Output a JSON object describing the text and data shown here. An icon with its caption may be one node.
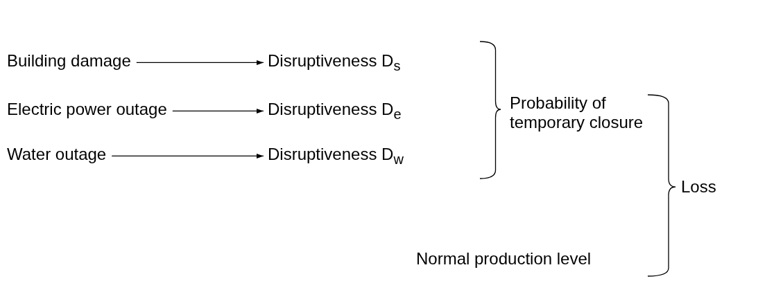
{
  "diagram": {
    "nodes": [
      {
        "text": [
          "Building damage"
        ]
      },
      {
        "text": [
          "Disruptiveness D$_{s}$"
        ]
      },
      {
        "text": [
          "Electric power outage"
        ]
      },
      {
        "text": [
          "Disruptiveness D$_{e}$"
        ]
      },
      {
        "text": [
          "Water outage"
        ]
      },
      {
        "text": [
          "Disruptiveness D$_{w}$"
        ]
      }
    ],
    "edges": [
      {
        "from": 0,
        "to": 1,
        "arrow": "to"
      },
      {
        "from": 2,
        "to": 3,
        "arrow": "to"
      },
      {
        "from": 4,
        "to": 5,
        "arrow": "to"
      }
    ],
    "labels": [
      "Probability of temporary closure",
      "Loss",
      "Normal production level"
    ]
  }
}
